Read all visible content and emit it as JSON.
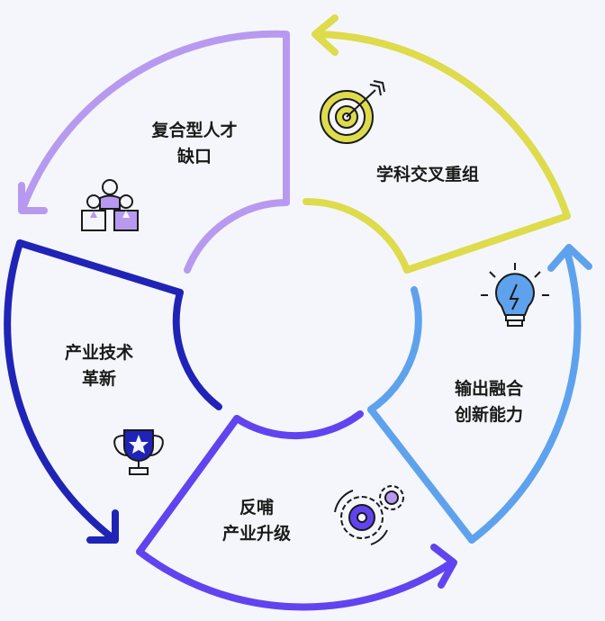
{
  "diagram": {
    "segments": [
      {
        "id": "talent-gap",
        "lines": [
          "复合型人才",
          "缺口"
        ],
        "color": "#b79af0",
        "icon": "team-people-icon"
      },
      {
        "id": "interdisciplinary",
        "lines": [
          "学科交叉重组"
        ],
        "color": "#dedb4c",
        "icon": "target-arrow-icon"
      },
      {
        "id": "output-integration",
        "lines": [
          "输出融合",
          "创新能力"
        ],
        "color": "#5ea2ee",
        "icon": "lightbulb-icon"
      },
      {
        "id": "feedback-upgrade",
        "lines": [
          "反哺",
          "产业升级"
        ],
        "color": "#6144f0",
        "icon": "gears-icon"
      },
      {
        "id": "industry-innovation",
        "lines": [
          "产业技术",
          "革新"
        ],
        "color": "#1f24b6",
        "icon": "trophy-icon"
      }
    ]
  }
}
